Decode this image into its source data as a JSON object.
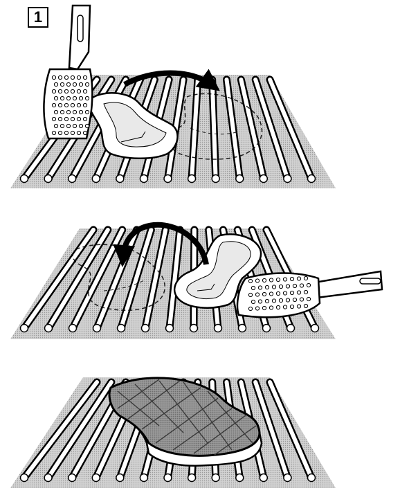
{
  "step_badge": {
    "label": "1"
  },
  "panels": [
    {
      "id": "first-turn",
      "flip_direction": "left-to-right"
    },
    {
      "id": "second-turn",
      "flip_direction": "right-to-left"
    },
    {
      "id": "grill-marks-result"
    }
  ],
  "colors": {
    "outline": "#000000",
    "grill_shade": "#bdbdbd",
    "meat_fill": "#8d8d8d",
    "background": "#ffffff"
  },
  "icons": [
    "spatula-icon",
    "flip-arrow-icon",
    "steak-icon",
    "grill-grate-icon"
  ]
}
